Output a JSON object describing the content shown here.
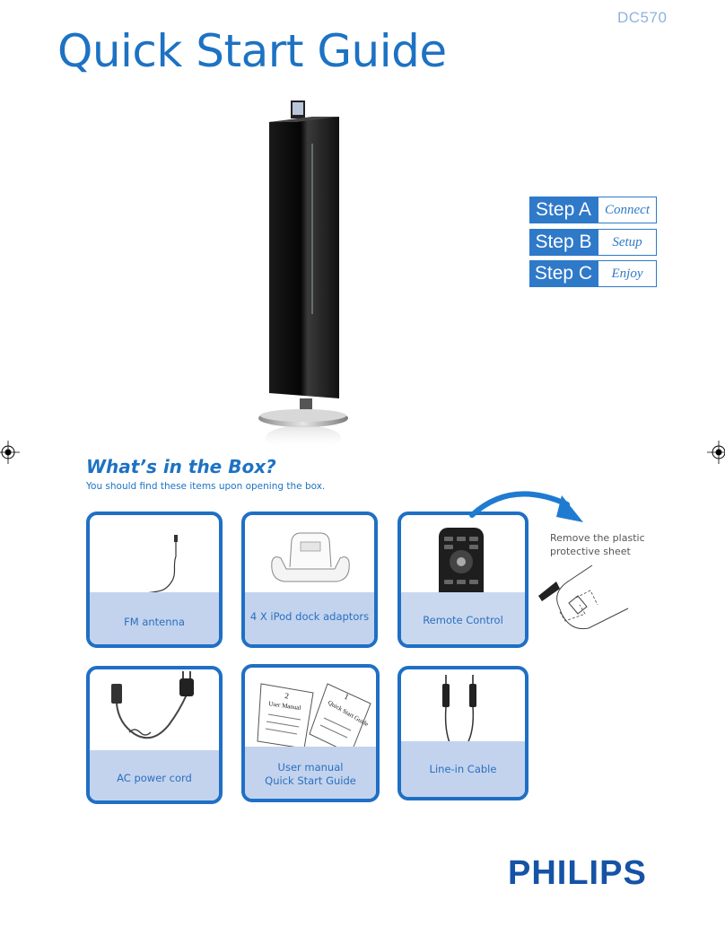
{
  "header": {
    "model": "DC570",
    "title": "Quick Start Guide"
  },
  "steps": [
    {
      "label": "Step A",
      "sub": "Connect"
    },
    {
      "label": "Step B",
      "sub": "Setup"
    },
    {
      "label": "Step C",
      "sub": "Enjoy"
    }
  ],
  "box": {
    "title": "What’s in the Box?",
    "subtitle": "You should find these items upon opening the box.",
    "items": [
      {
        "line1": "FM antenna",
        "line2": ""
      },
      {
        "line1": "4 X iPod dock adaptors",
        "line2": ""
      },
      {
        "line1": "Remote Control",
        "line2": ""
      },
      {
        "line1": "AC power cord",
        "line2": ""
      },
      {
        "line1": "User manual",
        "line2": "Quick Start Guide"
      },
      {
        "line1": "Line-in Cable",
        "line2": ""
      }
    ],
    "manual_labels": {
      "num_a": "2",
      "name_a": "User Manual",
      "num_b": "1",
      "name_b": "Quick Start Guide"
    },
    "remote_note_line1": "Remove the plastic",
    "remote_note_line2": "protective sheet"
  },
  "footer": {
    "brand": "PHILIPS"
  },
  "colors": {
    "accent": "#1d72c3",
    "band": "#c3d3ee",
    "brand": "#1553a6"
  }
}
